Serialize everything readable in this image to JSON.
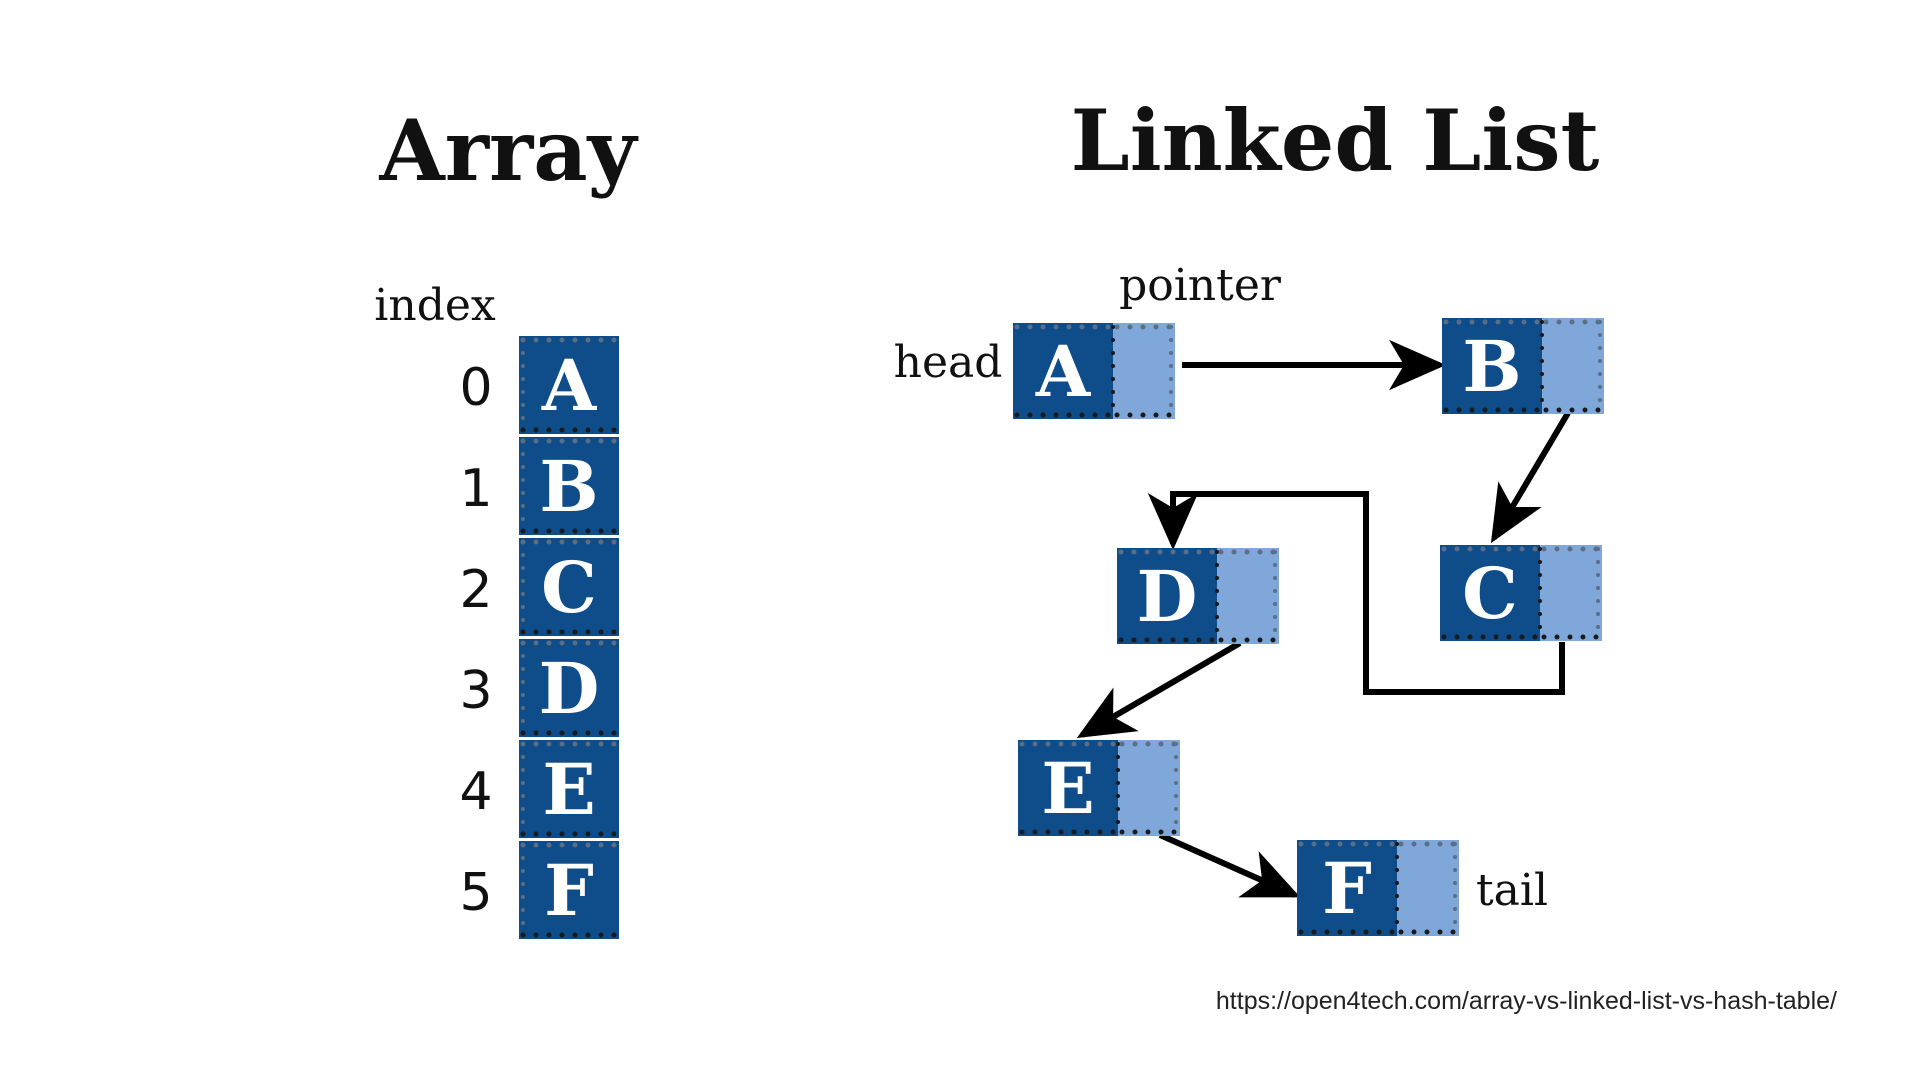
{
  "colors": {
    "cell_dark": "#0e4c8a",
    "cell_pointer": "#7fa7d9",
    "dots": "#1a1a1a",
    "arrow": "#000000",
    "text": "#111111"
  },
  "array": {
    "title": "Array",
    "index_label": "index",
    "cells": [
      {
        "index": "0",
        "value": "A"
      },
      {
        "index": "1",
        "value": "B"
      },
      {
        "index": "2",
        "value": "C"
      },
      {
        "index": "3",
        "value": "D"
      },
      {
        "index": "4",
        "value": "E"
      },
      {
        "index": "5",
        "value": "F"
      }
    ]
  },
  "linked_list": {
    "title": "Linked List",
    "pointer_label": "pointer",
    "head_label": "head",
    "tail_label": "tail",
    "nodes": [
      "A",
      "B",
      "C",
      "D",
      "E",
      "F"
    ]
  },
  "source": {
    "url": "https://open4tech.com/array-vs-linked-list-vs-hash-table/"
  }
}
